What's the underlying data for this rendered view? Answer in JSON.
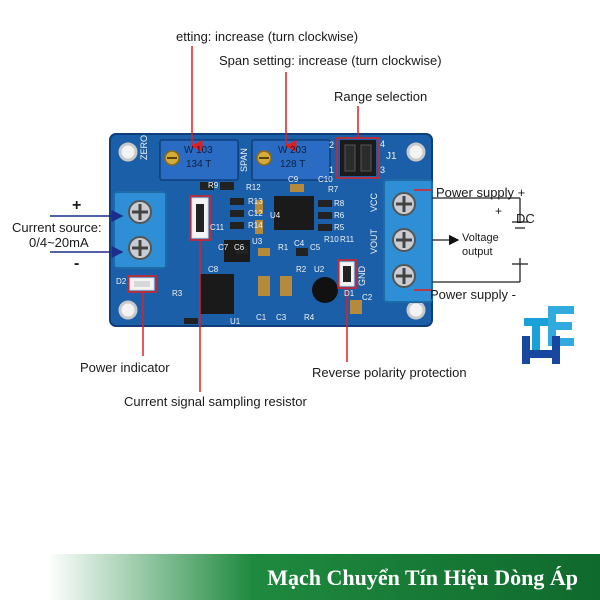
{
  "labels": {
    "zero_setting": "etting: increase (turn clockwise)",
    "span_setting": "Span setting: increase (turn clockwise)",
    "range_selection": "Range selection",
    "current_source": "Current source:",
    "current_range": "0/4~20mA",
    "plus_left": "+",
    "minus_left": "-",
    "power_supply_plus": "Power supply +",
    "dc": "DC",
    "dc_plus": "+",
    "voltage_output_1": "Voltage",
    "voltage_output_2": "output",
    "power_supply_minus": "Power supply -",
    "power_indicator": "Power indicator",
    "reverse_polarity": "Reverse polarity protection",
    "sampling_resistor": "Current signal sampling resistor"
  },
  "board": {
    "zero": "ZERO",
    "span": "SPAN",
    "pot1_code": "103",
    "pot1_w": "W",
    "pot1_sub": "134 T",
    "pot2_code": "203",
    "pot2_w": "W",
    "pot2_sub": "128 T",
    "j1": "J1",
    "jumper_2": "2",
    "jumper_4": "4",
    "jumper_1": "1",
    "jumper_3": "3",
    "vcc": "VCC",
    "vout": "VOUT",
    "gnd": "GND",
    "parts": [
      "R9",
      "R12",
      "C9",
      "R7",
      "C11",
      "R13",
      "C12",
      "R14",
      "C10",
      "R8",
      "R6",
      "R5",
      "R10",
      "R11",
      "C7",
      "C6",
      "U3",
      "R1",
      "C4",
      "C5",
      "C8",
      "R2",
      "U2",
      "D2",
      "R3",
      "D1",
      "C2",
      "C1",
      "C3",
      "R4",
      "U1",
      "U4"
    ]
  },
  "footer": {
    "title": "Mạch Chuyển Tín Hiệu Dòng Áp"
  },
  "colors": {
    "pcb": "#1b5fa8",
    "terminal": "#2f8fd6",
    "pot": "#2a6bc4",
    "annotation_red": "#e02020",
    "arrow_blue": "#1a2d8a",
    "footer_green": "#1f8a3f"
  }
}
